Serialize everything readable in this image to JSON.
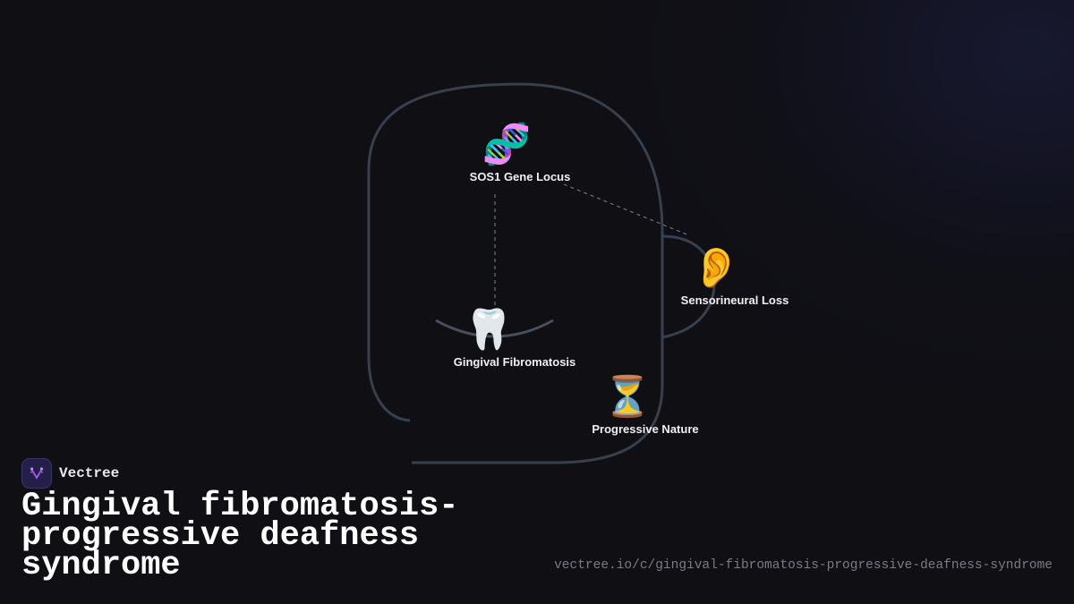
{
  "brand": {
    "name": "Vectree",
    "logo_icon": "vectree-logo-icon",
    "logo_bg": "#241f48",
    "logo_accent": "#a855f7"
  },
  "page": {
    "title": "Gingival fibromatosis-progressive deafness syndrome",
    "url": "vectree.io/c/gingival-fibromatosis-progressive-deafness-syndrome"
  },
  "diagram": {
    "nodes": [
      {
        "id": "sos1",
        "label": "SOS1 Gene Locus",
        "icon": "dna-icon",
        "glyph": "🧬"
      },
      {
        "id": "gingival",
        "label": "Gingival Fibromatosis",
        "icon": "tooth-icon",
        "glyph": "🦷"
      },
      {
        "id": "sensorineural",
        "label": "Sensorineural Loss",
        "icon": "ear-icon",
        "glyph": "👂"
      },
      {
        "id": "progressive",
        "label": "Progressive Nature",
        "icon": "hourglass-icon",
        "glyph": "⏳"
      }
    ],
    "edges": [
      {
        "from": "sos1",
        "to": "gingival",
        "style": "dashed"
      },
      {
        "from": "sos1",
        "to": "sensorineural",
        "style": "dashed"
      }
    ],
    "colors": {
      "outline": "#37404f",
      "dashed": "#6b7280"
    }
  }
}
